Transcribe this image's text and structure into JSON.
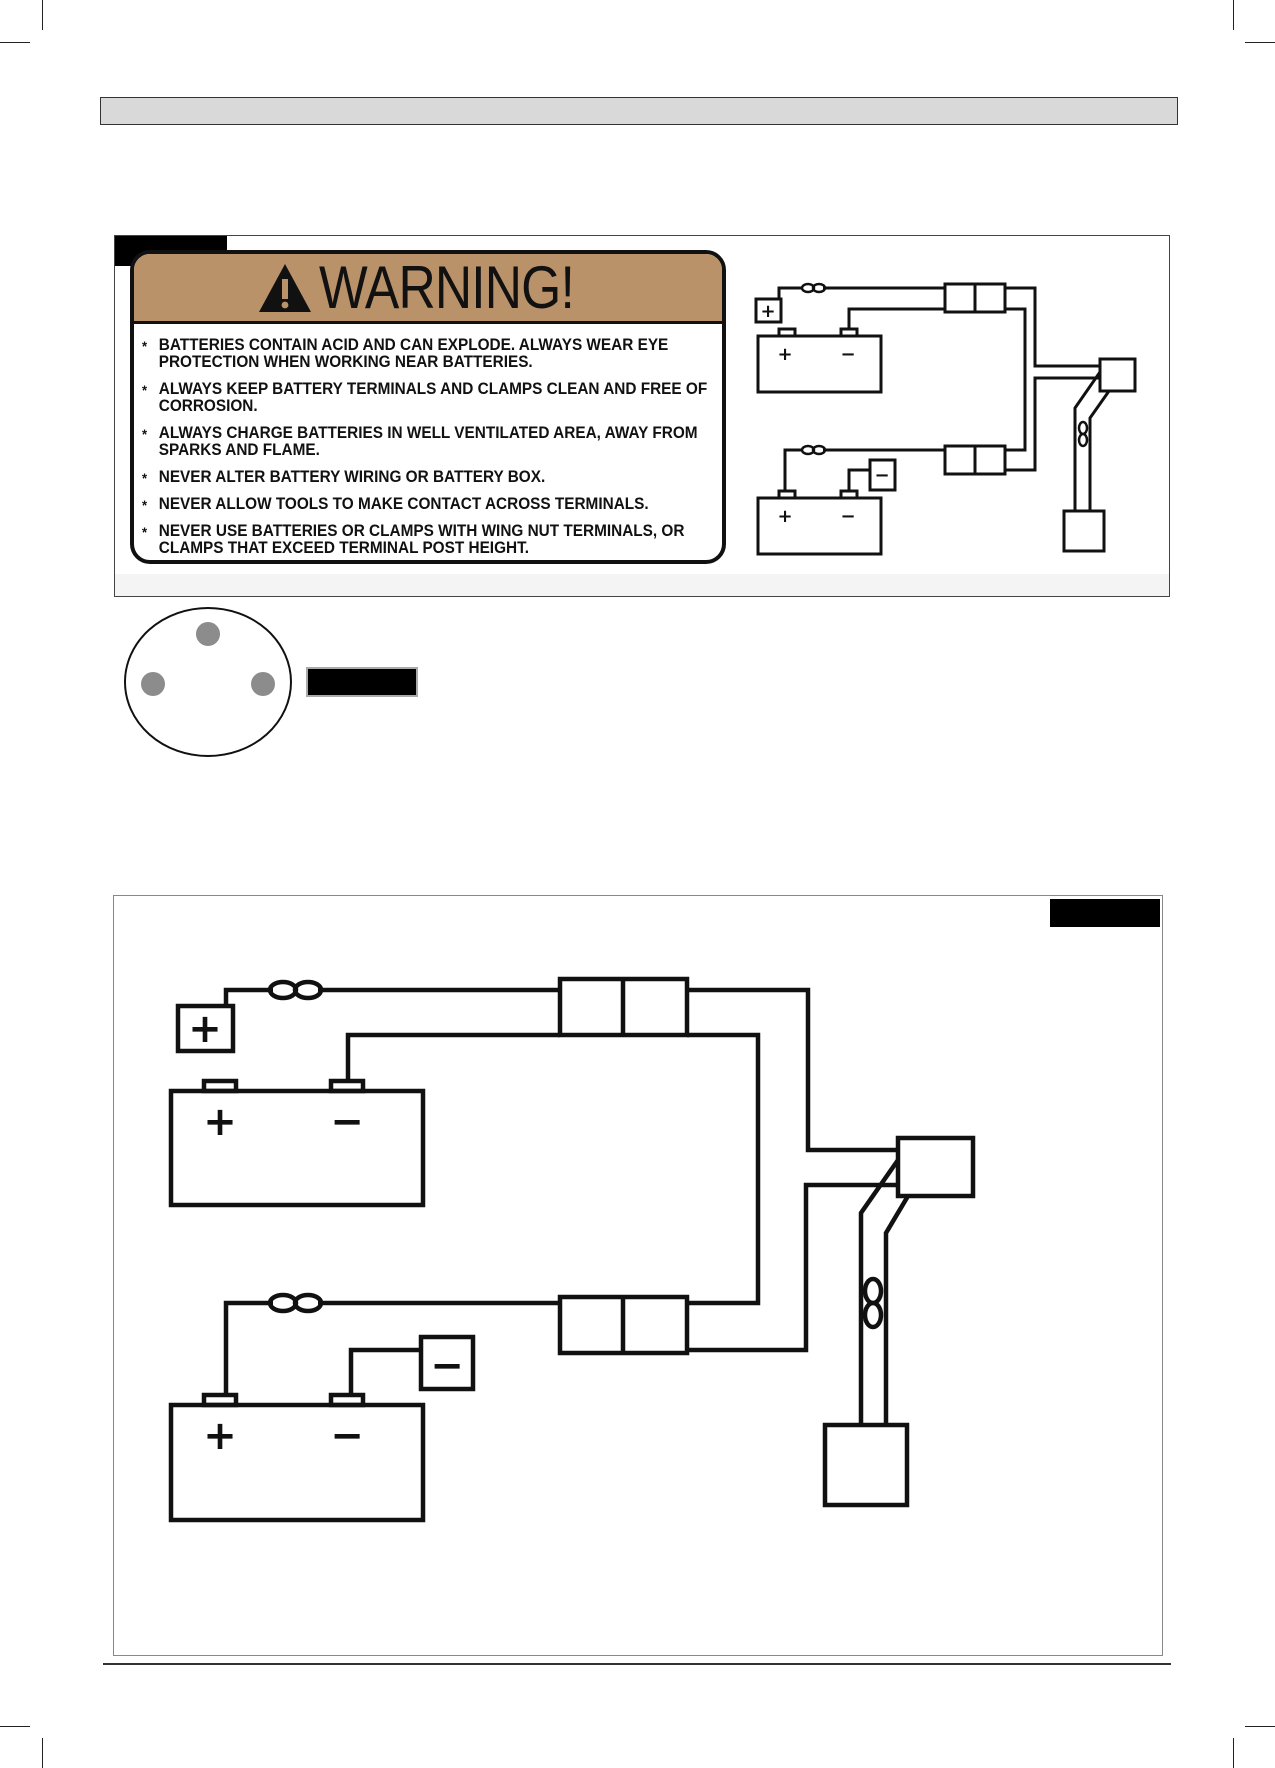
{
  "warning": {
    "title": "WARNING!",
    "bullet_symbol": "*",
    "items": [
      "BATTERIES CONTAIN ACID AND CAN EXPLODE. ALWAYS WEAR EYE PROTECTION WHEN WORKING NEAR BATTERIES.",
      "ALWAYS KEEP BATTERY TERMINALS AND CLAMPS CLEAN AND FREE OF CORROSION.",
      "ALWAYS CHARGE BATTERIES IN WELL VENTILATED AREA, AWAY FROM SPARKS AND FLAME.",
      "NEVER ALTER BATTERY WIRING OR BATTERY BOX.",
      "NEVER ALLOW TOOLS TO MAKE CONTACT ACROSS TERMINALS.",
      "NEVER USE BATTERIES OR CLAMPS WITH WING NUT TERMINALS, OR CLAMPS THAT EXCEED TERMINAL POST HEIGHT."
    ],
    "header_color": "#b9926a"
  },
  "diagram": {
    "positive_symbol": "+",
    "negative_symbol": "−"
  },
  "colors": {
    "header_bar": "#d9d9d9",
    "label_black": "#000000",
    "connector_pin": "#8c8c8c"
  },
  "icons": [
    "warning-triangle-icon",
    "fuse-icon",
    "battery-icon",
    "connector-icon"
  ]
}
